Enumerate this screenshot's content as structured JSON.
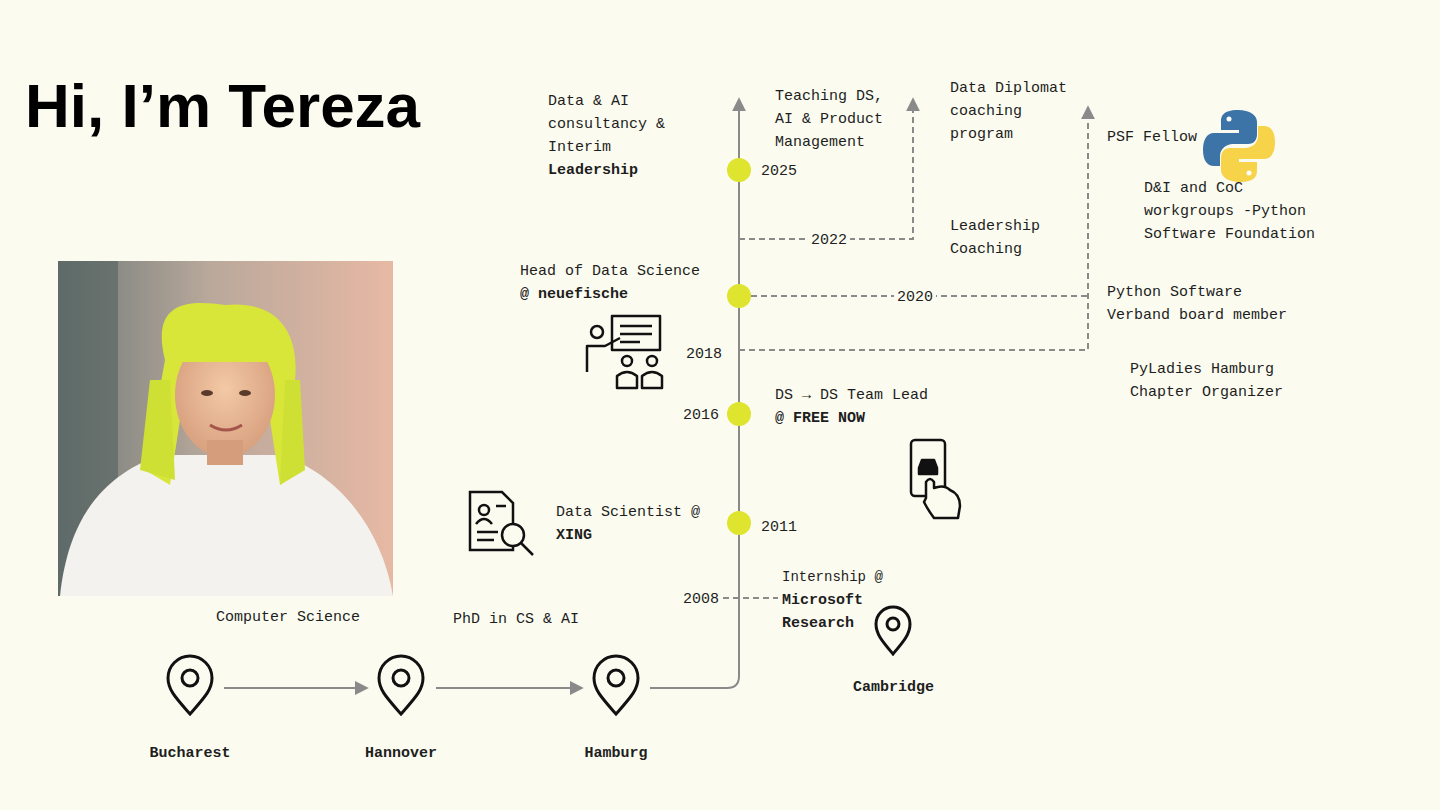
{
  "diagram": {
    "title": "Hi, I’m Tereza",
    "labels": [
      "Data & AI consultancy & Interim",
      "Leadership",
      "Teaching DS, AI & Product Management",
      "Data Diplomat coaching program",
      "PSF Fellow",
      "D&I and CoC workgroups -Python Software Foundation",
      "2025",
      "2022",
      "Leadership Coaching",
      "Head of Data Science",
      "@ neuefische",
      "2020",
      "Python Software Verband board member",
      "2018",
      "PyLadies Hamburg Chapter Organizer",
      "DS → DS Team Lead",
      "@ FREE NOW",
      "2016",
      "Data Scientist @",
      "XING",
      "2011",
      "Internship @",
      "Microsoft Research",
      "2008",
      "Cambridge",
      "Computer Science",
      "PhD in CS & AI",
      "Bucharest",
      "Hannover",
      "Hamburg"
    ]
  }
}
